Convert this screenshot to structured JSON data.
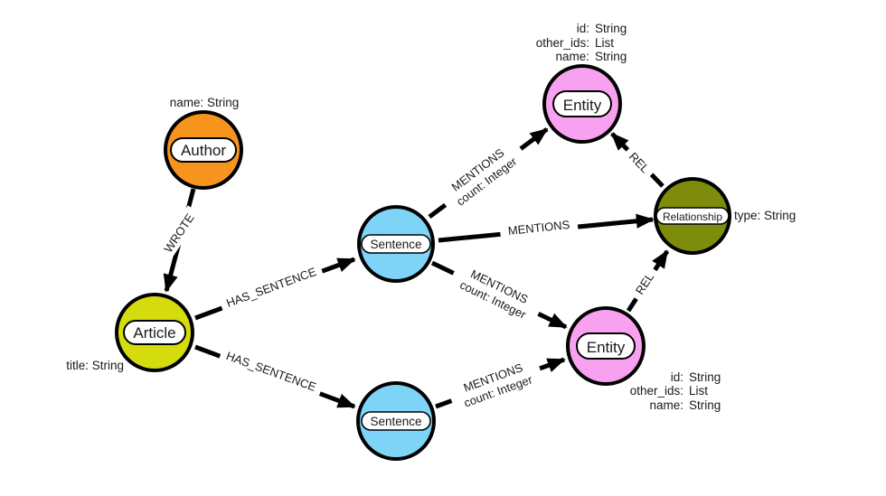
{
  "diagram": {
    "background": "#ffffff",
    "edge_color": "#000000",
    "node_outline": "#000000",
    "nodes": {
      "author": {
        "label": "Author",
        "color": "#F7941E",
        "property": "name: String"
      },
      "article": {
        "label": "Article",
        "color": "#D4DC0E",
        "property": "title: String"
      },
      "sentence_top": {
        "label": "Sentence",
        "color": "#7ED4F6"
      },
      "sentence_bottom": {
        "label": "Sentence",
        "color": "#7ED4F6"
      },
      "entity_top": {
        "label": "Entity",
        "color": "#F8A1F1",
        "props": [
          {
            "k": "id:",
            "v": "String"
          },
          {
            "k": "other_ids:",
            "v": "List"
          },
          {
            "k": "name:",
            "v": "String"
          }
        ]
      },
      "entity_bottom": {
        "label": "Entity",
        "color": "#F8A1F1",
        "props": [
          {
            "k": "id:",
            "v": "String"
          },
          {
            "k": "other_ids:",
            "v": "List"
          },
          {
            "k": "name:",
            "v": "String"
          }
        ]
      },
      "relationship": {
        "label": "Relationship",
        "color": "#7E8C0B",
        "property": "type: String"
      }
    },
    "edges": [
      {
        "from": "Author",
        "to": "Article",
        "label": "WROTE"
      },
      {
        "from": "Article",
        "to": "Sentence",
        "label": "HAS_SENTENCE"
      },
      {
        "from": "Article",
        "to": "Sentence",
        "label": "HAS_SENTENCE"
      },
      {
        "from": "Sentence",
        "to": "Entity",
        "label": "MENTIONS",
        "sublabel": "count: Integer"
      },
      {
        "from": "Sentence",
        "to": "Relationship",
        "label": "MENTIONS"
      },
      {
        "from": "Sentence",
        "to": "Entity",
        "label": "MENTIONS",
        "sublabel": "count: Integer"
      },
      {
        "from": "Sentence",
        "to": "Entity",
        "label": "MENTIONS",
        "sublabel": "count: Integer"
      },
      {
        "from": "Relationship",
        "to": "Entity",
        "label": "REL"
      },
      {
        "from": "Entity",
        "to": "Relationship",
        "label": "REL"
      }
    ]
  }
}
